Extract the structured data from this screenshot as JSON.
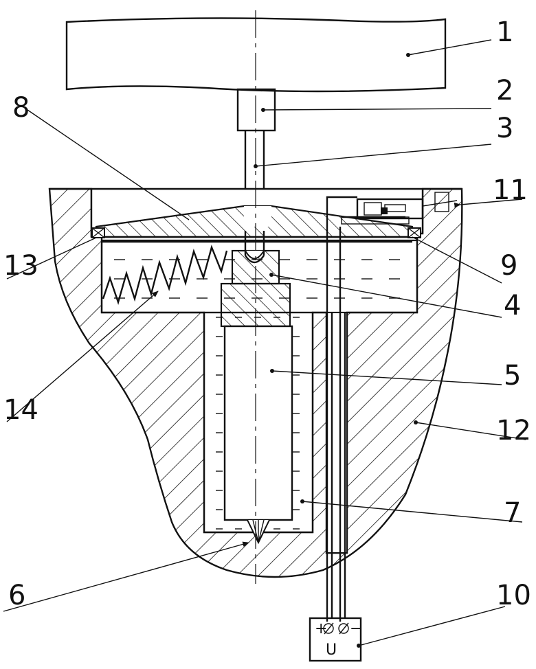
{
  "labels": {
    "l1": "1",
    "l2": "2",
    "l3": "3",
    "l4": "4",
    "l5": "5",
    "l6": "6",
    "l7": "7",
    "l8": "8",
    "l9": "9",
    "l10": "10",
    "l11": "11",
    "l12": "12",
    "l13": "13",
    "l14": "14"
  },
  "power_supply": {
    "plus": "+",
    "minus": "−",
    "symbol": "U"
  },
  "colors": {
    "ink": "#111111",
    "paper": "#ffffff"
  }
}
